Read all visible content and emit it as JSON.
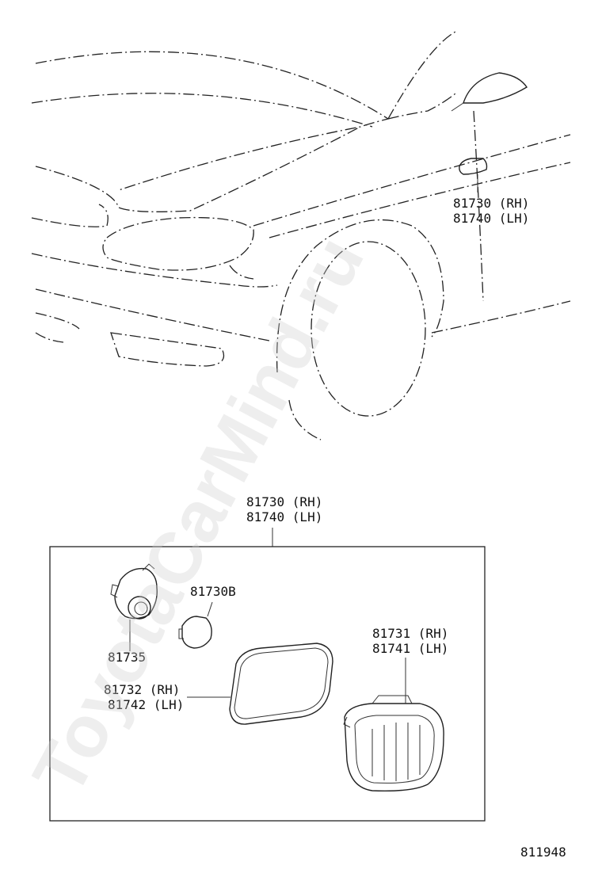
{
  "watermark": "ToyotaCarMind.ru",
  "car_callout": {
    "line1": "81730 (RH)",
    "line2": "81740 (LH)"
  },
  "assembly_callout": {
    "line1": "81730 (RH)",
    "line2": "81740 (LH)"
  },
  "parts": {
    "socket": "81735",
    "bulb": "81730B",
    "lens": {
      "line1": "81731 (RH)",
      "line2": "81741 (LH)"
    },
    "gasket": {
      "line1": "81732 (RH)",
      "line2": "81742 (LH)"
    }
  },
  "diagram_code": "811948"
}
